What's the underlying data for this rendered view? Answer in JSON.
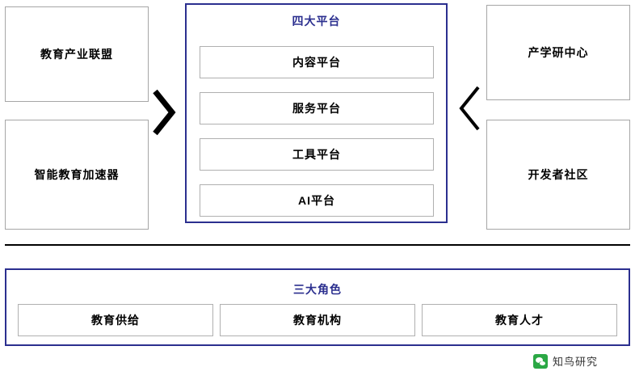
{
  "diagram": {
    "left_boxes": [
      {
        "label": "教育产业联盟"
      },
      {
        "label": "智能教育加速器"
      }
    ],
    "right_boxes": [
      {
        "label": "产学研中心"
      },
      {
        "label": "开发者社区"
      }
    ],
    "center_panel": {
      "title": "四大平台",
      "items": [
        {
          "label": "内容平台"
        },
        {
          "label": "服务平台"
        },
        {
          "label": "工具平台"
        },
        {
          "label": "AI平台"
        }
      ]
    },
    "roles_panel": {
      "title": "三大角色",
      "items": [
        {
          "label": "教育供给"
        },
        {
          "label": "教育机构"
        },
        {
          "label": "教育人才"
        }
      ]
    },
    "arrows": [
      {
        "name": "chevron-right-pointing",
        "direction": "right"
      },
      {
        "name": "chevron-left-pointing",
        "direction": "left"
      }
    ],
    "watermark": {
      "text": "知鸟研究",
      "icon": "wechat-icon"
    },
    "colors": {
      "accent": "#2b2f8f",
      "box_border": "#a6a6a6",
      "divider": "#000000",
      "watermark_icon": "#2ba845"
    }
  }
}
